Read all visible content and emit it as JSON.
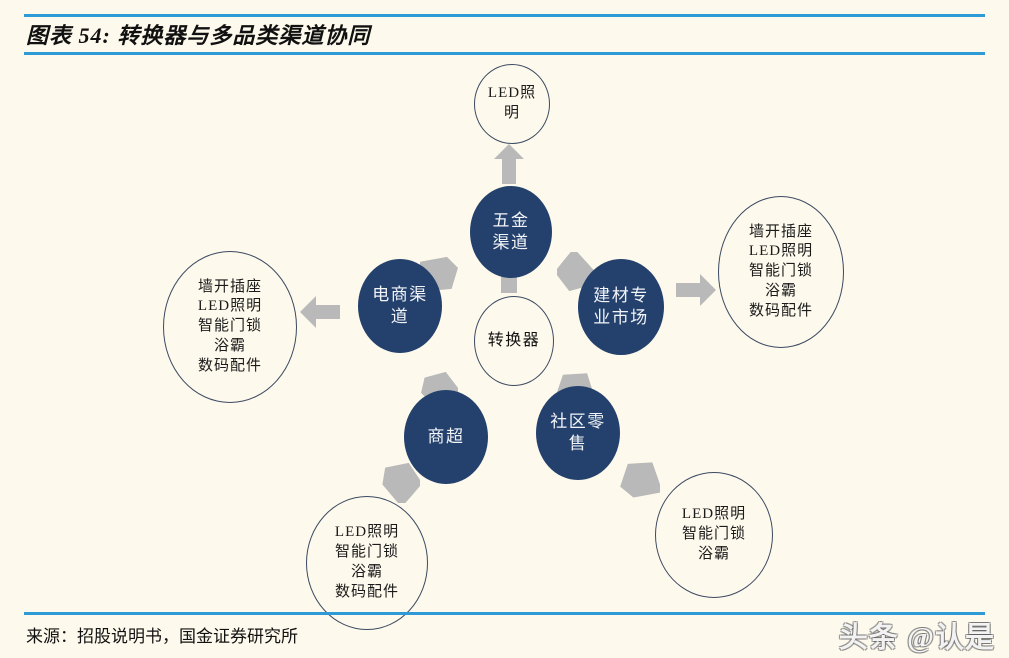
{
  "header": {
    "title": "图表 54: 转换器与多品类渠道协同",
    "rule_color": "#2e9bd6"
  },
  "footer": {
    "source": "来源：招股说明书，国金证券研究所",
    "watermark": "头条 @认是"
  },
  "theme": {
    "background": "#fdf9ec",
    "node_fill": "#23416c",
    "node_text": "#f2f4f8",
    "outline": "#3d4a63",
    "arrow": "#b4b4b4"
  },
  "diagram": {
    "center": {
      "label": "转换器"
    },
    "channels": [
      {
        "id": "hardware",
        "label": "五金渠道"
      },
      {
        "id": "building",
        "label": "建材专业市场"
      },
      {
        "id": "community",
        "label": "社区零售"
      },
      {
        "id": "super",
        "label": "商超"
      },
      {
        "id": "ecommerce",
        "label": "电商渠道"
      }
    ],
    "products": [
      {
        "id": "top",
        "lines": [
          "LED照",
          "明"
        ]
      },
      {
        "id": "right",
        "lines": [
          "墙开插座",
          "LED照明",
          "智能门锁",
          "浴霸",
          "数码配件"
        ]
      },
      {
        "id": "bottom-right",
        "lines": [
          "LED照明",
          "智能门锁",
          "浴霸"
        ]
      },
      {
        "id": "bottom-left",
        "lines": [
          "LED照明",
          "智能门锁",
          "浴霸",
          "数码配件"
        ]
      },
      {
        "id": "left",
        "lines": [
          "墙开插座",
          "LED照明",
          "智能门锁",
          "浴霸",
          "数码配件"
        ]
      }
    ]
  }
}
